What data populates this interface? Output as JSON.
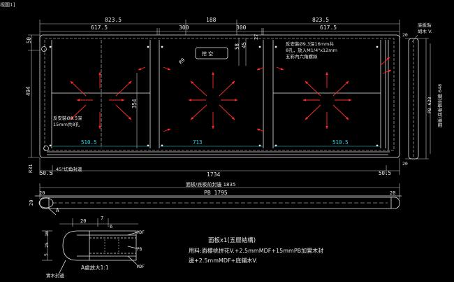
{
  "corner_label": "視圖1]",
  "top_dims": {
    "overall_left": "823.5",
    "center": "188",
    "overall_right": "823.5",
    "left_inner": "617.5",
    "mid_left": "300",
    "mid_right": "300",
    "right_inner": "617.5"
  },
  "side_dims": {
    "top_margin": "50",
    "left_height": "494",
    "left_lower": "354",
    "hole_offset": "58",
    "hole_gap": "45",
    "small_27": "27",
    "radius": "R9",
    "corner_radius": "R31"
  },
  "pull_label": "挖 空",
  "left_note": [
    "反安裝Ø8.5深",
    "15mm共8孔"
  ],
  "right_note": [
    "反安裝Ø9.3深16mm共",
    "8孔，放入M1/4\"x12mm",
    "五彩內六角螺絲"
  ],
  "cyan_dims": {
    "left": "510.5",
    "center": "713",
    "right": "510.5"
  },
  "bottom_dims": {
    "edge_left": "50.5",
    "edge_right": "50.5",
    "chamfer": "45°切角封邊",
    "total": "1734",
    "edge_band_label": "面板/底板前封邊  1835",
    "pb_length": "PB 1795",
    "left_20": "20",
    "right_20": "20",
    "thick_20": "20",
    "detail_marker": "A"
  },
  "right_side": {
    "top_note": [
      "底板貼",
      "胡木 V."
    ],
    "panel_label": "面板/底板側封邊 648",
    "pb_label": "PB 628",
    "dim_20_top": "20",
    "dim_20_bottom": "20"
  },
  "detail": {
    "top_dims": [
      "20",
      "7",
      "6"
    ],
    "side_dims": [
      "10",
      "25",
      "5"
    ],
    "labels": [
      "MDF",
      "PB",
      "MDF"
    ],
    "edge_label": "實木封邊",
    "title": "A處放大1:1"
  },
  "notes": {
    "title": "面板x1(五層結構)",
    "line1": "用料:面櫻桃拼花V.+2.5mmMDF+15mmPB加實木封",
    "line2": "邊+2.5mmMDF+底鋪木V."
  },
  "colors": {
    "line": "#e8e8e8",
    "dim": "#c8c8c8",
    "arrow": "#ff2a2a",
    "cyan": "#2ad4e6",
    "dashed": "#9a9a9a"
  }
}
